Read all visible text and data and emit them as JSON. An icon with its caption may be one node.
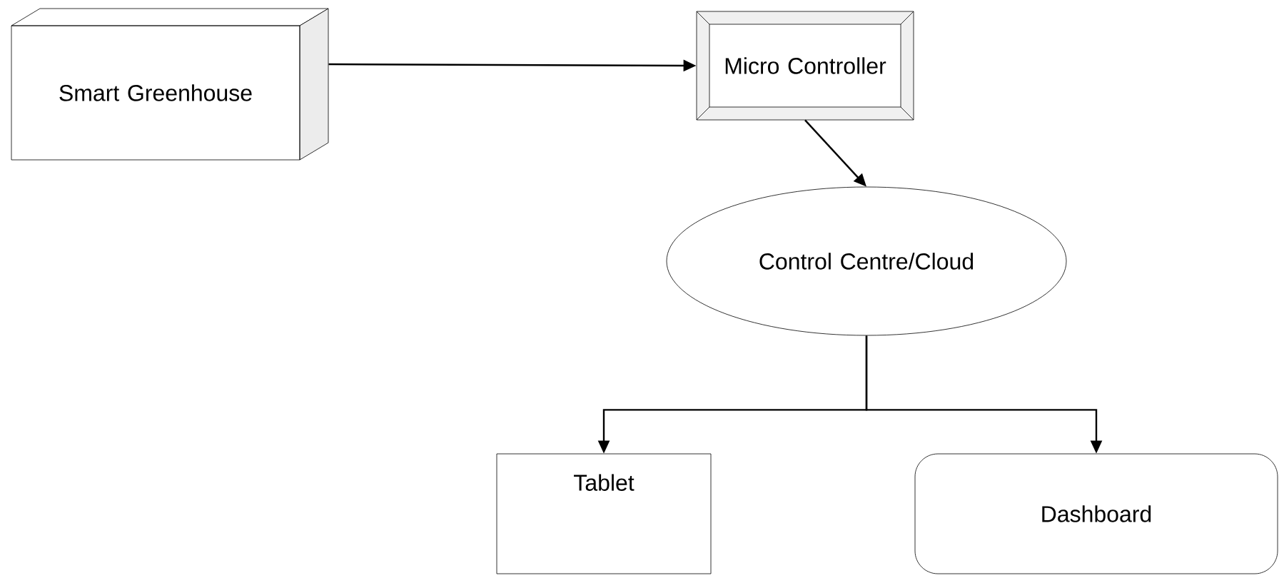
{
  "diagram": {
    "nodes": [
      {
        "text": [
          "Smart Greenhouse"
        ]
      },
      {
        "text": [
          "Micro Controller"
        ]
      },
      {
        "text": [
          "Control Centre/Cloud"
        ]
      },
      {
        "text": [
          "Tablet"
        ]
      },
      {
        "text": [
          "Dashboard"
        ]
      }
    ],
    "edges": [
      {
        "from": 0,
        "to": 1,
        "arrow": "to"
      },
      {
        "from": 1,
        "to": 2,
        "arrow": "to"
      },
      {
        "from": 2,
        "to": 3,
        "arrow": "to"
      },
      {
        "from": 2,
        "to": 4,
        "arrow": "to"
      }
    ]
  }
}
